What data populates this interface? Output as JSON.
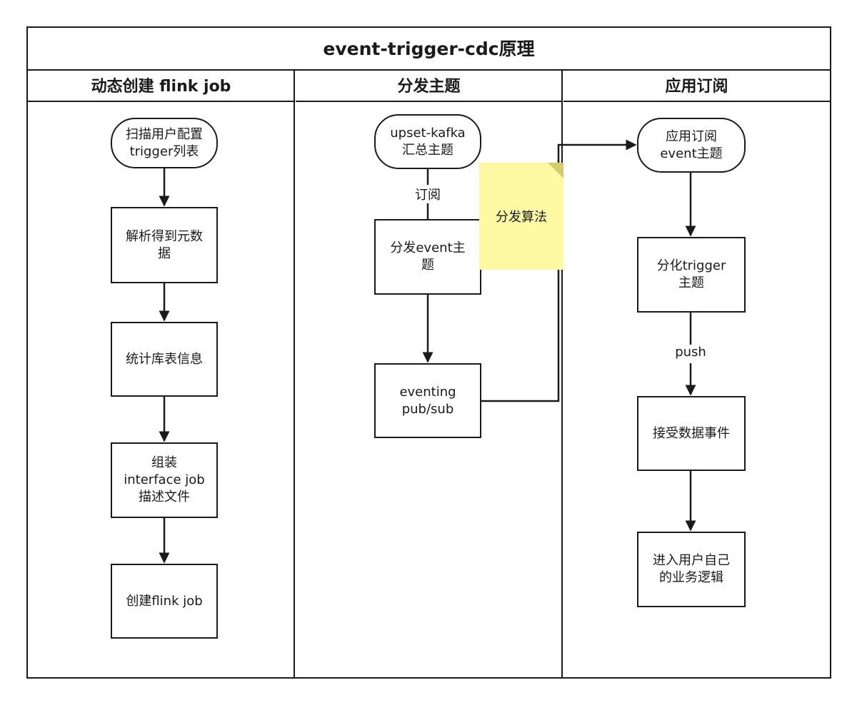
{
  "diagram": {
    "title": "event-trigger-cdc原理",
    "lanes": [
      {
        "header": "动态创建 flink job"
      },
      {
        "header": "分发主题"
      },
      {
        "header": "应用订阅"
      }
    ],
    "lane1_nodes": {
      "start": "扫描用户配置\ntrigger列表",
      "parse": "解析得到元数\n据",
      "stats": "统计库表信息",
      "assemble": "组装\ninterface job\n描述文件",
      "create": "创建flink job"
    },
    "lane2_nodes": {
      "source": "upset-kafka\n汇总主题",
      "dispatch": "分发event主\n题",
      "eventing": "eventing\npub/sub",
      "note": "分发算法",
      "edge_subscribe": "订阅"
    },
    "lane3_nodes": {
      "subscribe": "应用订阅\nevent主题",
      "split": "分化trigger\n主题",
      "receive": "接受数据事件",
      "logic": "进入用户自己\n的业务逻辑",
      "edge_push": "push"
    }
  }
}
